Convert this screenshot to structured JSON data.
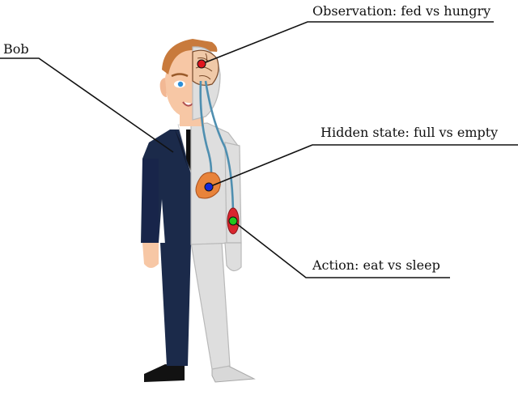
{
  "figure": {
    "labels": {
      "person": "Bob",
      "observation": "Observation: fed vs hungry",
      "hidden_state": "Hidden state: full vs empty",
      "action": "Action: eat vs sleep"
    },
    "markers": {
      "observation_color": "#e0141e",
      "hidden_state_color": "#1428d8",
      "action_color": "#22c81e"
    },
    "palette": {
      "suit": "#1b2a4a",
      "suit_dark": "#111a30",
      "skin": "#f7c7a5",
      "hair": "#c87a3c",
      "anatomy_body": "#dedede",
      "anatomy_outline": "#b9b9b9",
      "nerve": "#4f8fb0",
      "brain": "#f0c9a8",
      "stomach": "#e8833a",
      "muscle": "#d8262e",
      "shoe": "#121212"
    }
  }
}
